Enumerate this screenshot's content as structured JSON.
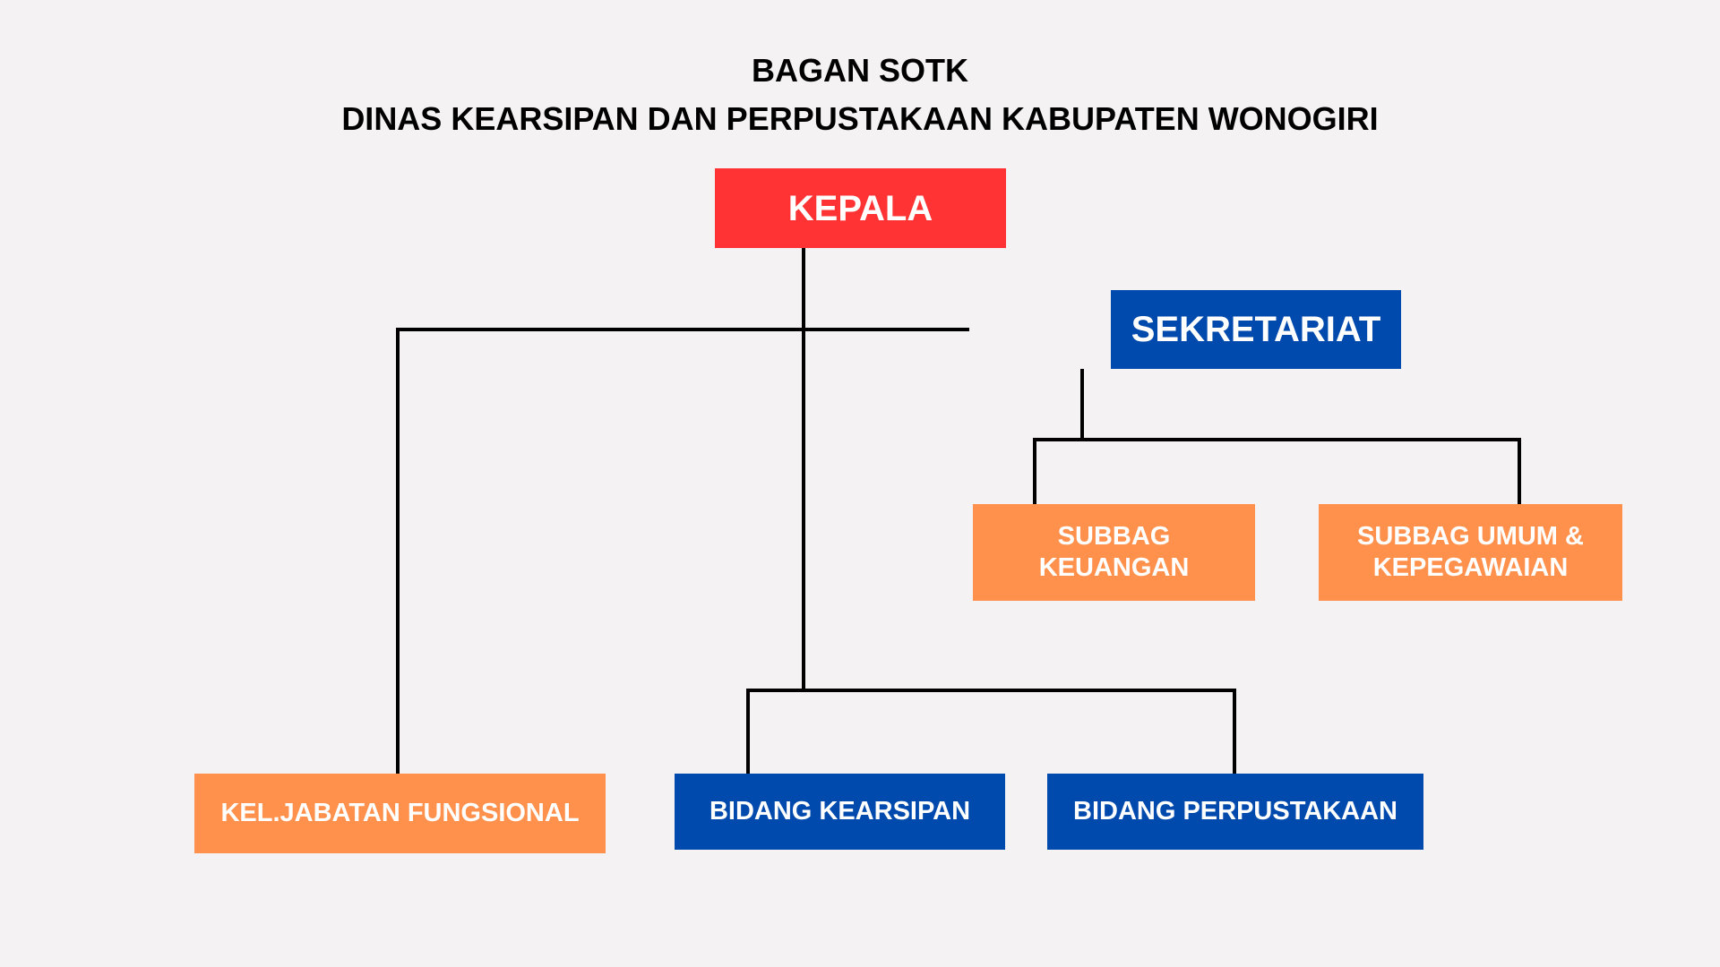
{
  "title": {
    "line1": "BAGAN SOTK",
    "line2": "DINAS KEARSIPAN DAN PERPUSTAKAAN KABUPATEN WONOGIRI"
  },
  "nodes": {
    "kepala": "KEPALA",
    "sekretariat": "SEKRETARIAT",
    "subbag_keuangan": {
      "line1": "SUBBAG",
      "line2": "KEUANGAN"
    },
    "subbag_umum": {
      "line1": "SUBBAG UMUM &",
      "line2": "KEPEGAWAIAN"
    },
    "kel_jabatan": "KEL.JABATAN FUNGSIONAL",
    "bidang_kearsipan": "BIDANG KEARSIPAN",
    "bidang_perpustakaan": "BIDANG PERPUSTAKAAN"
  },
  "colors": {
    "red": "#ff3333",
    "blue": "#004aad",
    "orange": "#ff914d",
    "background": "#f4f2f3"
  }
}
